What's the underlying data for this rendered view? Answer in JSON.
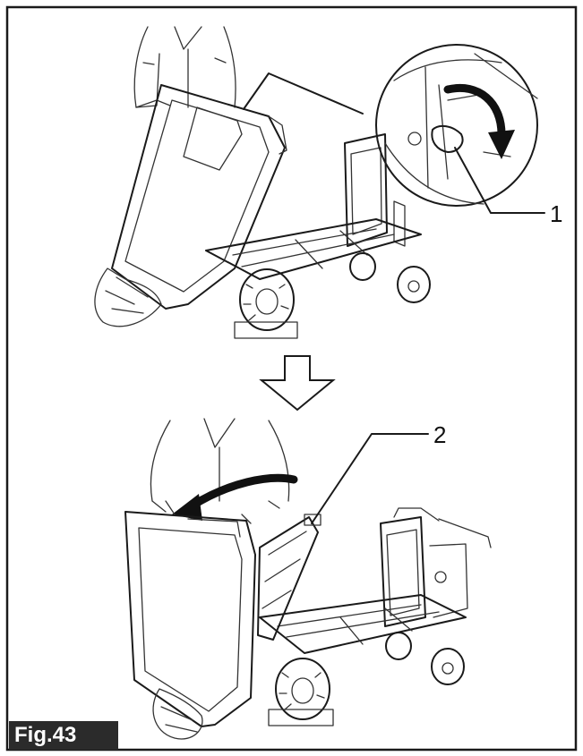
{
  "figure": {
    "label": "Fig.43",
    "callouts": [
      {
        "number": "1"
      },
      {
        "number": "2"
      }
    ]
  }
}
